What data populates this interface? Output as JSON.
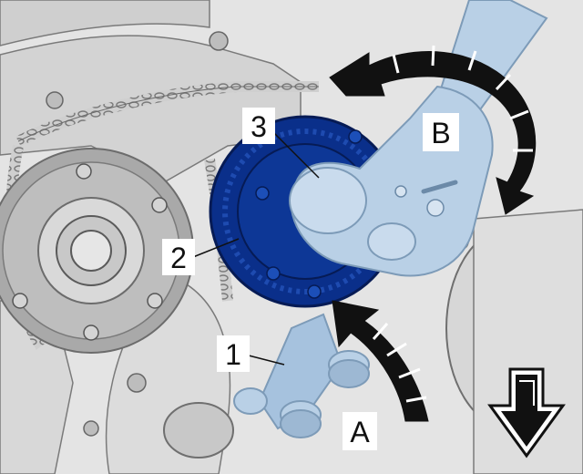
{
  "callouts": [
    {
      "id": "1",
      "label": "1"
    },
    {
      "id": "2",
      "label": "2"
    },
    {
      "id": "3",
      "label": "3"
    },
    {
      "id": "A",
      "label": "A"
    },
    {
      "id": "B",
      "label": "B"
    }
  ],
  "colors": {
    "background": "#f2f2f2",
    "engine_line": "#6f6f6f",
    "engine_fill": "#d9d9d9",
    "sprocket_highlight": "#0a2f8a",
    "sprocket_edge": "#061b55",
    "tool_fill": "#b9d0e6",
    "tool_line": "#7d9bb8",
    "arrow_fill": "#111111",
    "arrow_stripe": "#ffffff",
    "label_bg": "#ffffff",
    "label_text": "#111111"
  },
  "icons": {
    "rotation_arrow_A": "curved-arrow-icon",
    "rotation_arrow_B": "curved-arrow-icon",
    "direction_arrow": "down-arrow-icon"
  }
}
